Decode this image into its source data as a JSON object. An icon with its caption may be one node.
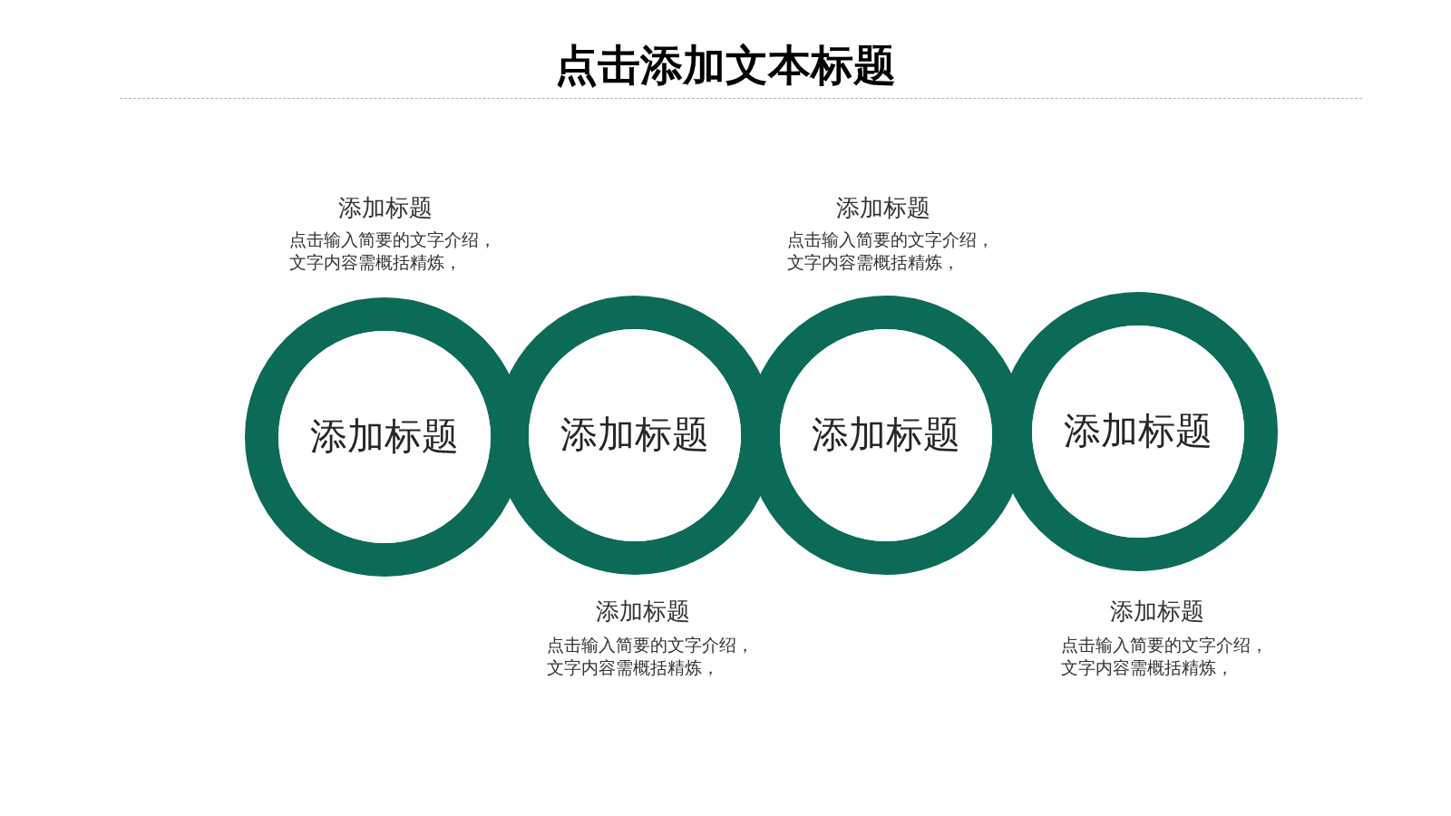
{
  "diagram": {
    "title": "点击添加文本标题",
    "nodes": [
      {
        "text": [
          "添加标题"
        ],
        "beside": [
          "添加标题",
          "点击输入简要的文字介绍，文字内容需概括精炼，"
        ]
      },
      {
        "text": [
          "添加标题"
        ],
        "beside": [
          "添加标题",
          "点击输入简要的文字介绍，文字内容需概括精炼，"
        ]
      },
      {
        "text": [
          "添加标题"
        ],
        "beside": [
          "添加标题",
          "点击输入简要的文字介绍，文字内容需概括精炼，"
        ]
      },
      {
        "text": [
          "添加标题"
        ],
        "beside": [
          "添加标题",
          "点击输入简要的文字介绍，文字内容需概括精炼，"
        ]
      }
    ]
  }
}
